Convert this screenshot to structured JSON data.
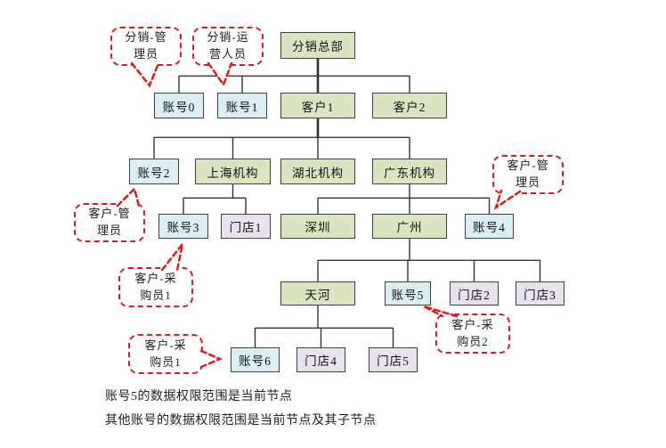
{
  "diagram": {
    "nodes": {
      "hq": "分销总部",
      "account0": "账号0",
      "account1": "账号1",
      "customer1": "客户1",
      "customer2": "客户2",
      "account2": "账号2",
      "shanghai": "上海机构",
      "hubei": "湖北机构",
      "guangdong": "广东机构",
      "account3": "账号3",
      "store1": "门店1",
      "shenzhen": "深圳",
      "guangzhou": "广州",
      "account4": "账号4",
      "tianhe": "天河",
      "account5": "账号5",
      "store2": "门店2",
      "store3": "门店3",
      "account6": "账号6",
      "store4": "门店4",
      "store5": "门店5"
    },
    "callouts": {
      "distribution_admin": "分销-管\n理员",
      "distribution_operator": "分销-运\n营人员",
      "customer_admin_left": "客户-管\n理员",
      "customer_admin_right": "客户-管\n理员",
      "customer_buyer1": "客户-采\n购员1",
      "customer_buyer2": "客户-采\n购员2",
      "customer_buyer1_bottom": "客户-采\n购员1"
    },
    "notes": [
      "账号5的数据权限范围是当前节点",
      "其他账号的数据权限范围是当前节点及其子节点"
    ],
    "colors": {
      "org_fill": "#d9e5c1",
      "account_fill": "#daeef3",
      "store_fill": "#e7e2ed",
      "node_border": "#404040",
      "callout_red": "#dd1b1b",
      "line": "#333333",
      "text": "#111111",
      "note_text": "#222222"
    }
  }
}
